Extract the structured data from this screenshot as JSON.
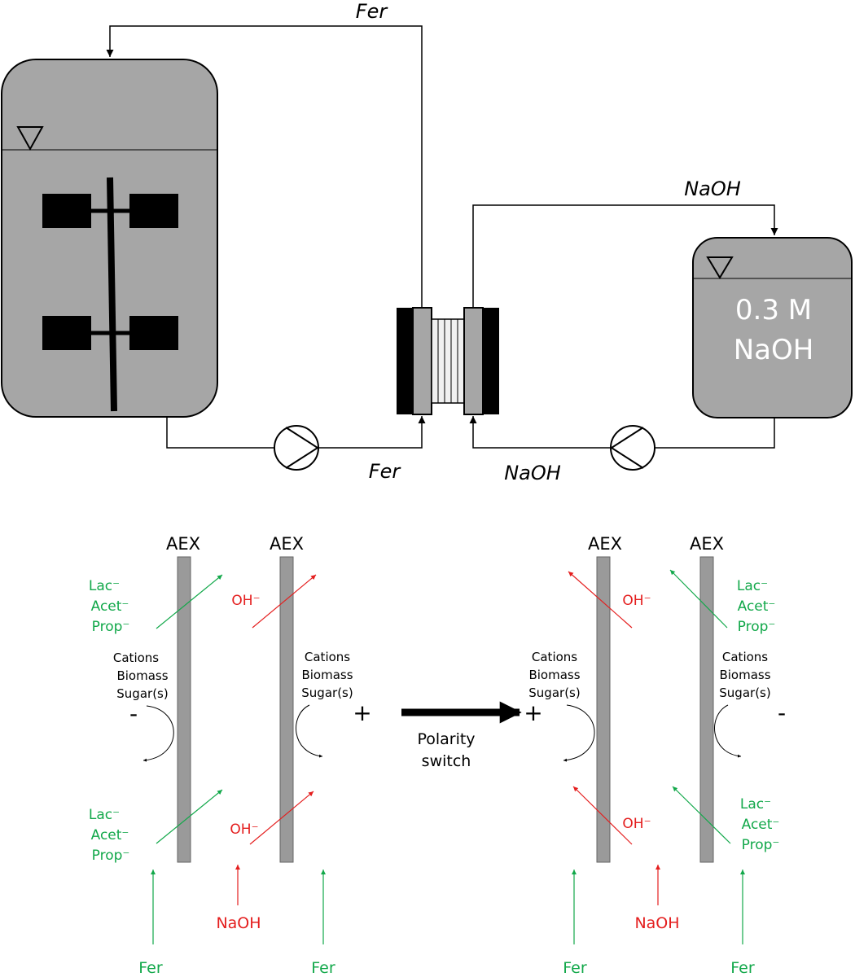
{
  "process": {
    "fer_return_label": "Fer",
    "fer_feed_label": "Fer",
    "naoh_return_label": "NaOH",
    "naoh_feed_label": "NaOH",
    "naoh_tank_line1": "0.3 M",
    "naoh_tank_line2": "NaOH"
  },
  "membranes": {
    "left": {
      "aex_1": "AEX",
      "aex_2": "AEX",
      "anions_top": [
        "Lac⁻",
        "Acet⁻",
        "Prop⁻"
      ],
      "anions_bottom": [
        "Lac⁻",
        "Acet⁻",
        "Prop⁻"
      ],
      "oh_top": "OH⁻",
      "oh_bottom": "OH⁻",
      "retained_left": [
        "Cations",
        "Biomass",
        "Sugar(s)"
      ],
      "retained_right": [
        "Cations",
        "Biomass",
        "Sugar(s)"
      ],
      "pole_left": "-",
      "pole_right": "+",
      "feed_fer_left": "Fer",
      "feed_naoh": "NaOH",
      "feed_fer_right": "Fer"
    },
    "switch": {
      "line1": "Polarity",
      "line2": "switch"
    },
    "right": {
      "aex_1": "AEX",
      "aex_2": "AEX",
      "oh_top": "OH⁻",
      "oh_bottom": "OH⁻",
      "anions_top": [
        "Lac⁻",
        "Acet⁻",
        "Prop⁻"
      ],
      "anions_bottom": [
        "Lac⁻",
        "Acet⁻",
        "Prop⁻"
      ],
      "retained_left": [
        "Cations",
        "Biomass",
        "Sugar(s)"
      ],
      "retained_right": [
        "Cations",
        "Biomass",
        "Sugar(s)"
      ],
      "pole_left": "+",
      "pole_right": "-",
      "feed_fer_left": "Fer",
      "feed_naoh": "NaOH",
      "feed_fer_right": "Fer"
    }
  },
  "colors": {
    "vessel_gray": "#a6a6a6",
    "anion_green": "#12a84a",
    "hydroxide_red": "#e41e1e"
  }
}
